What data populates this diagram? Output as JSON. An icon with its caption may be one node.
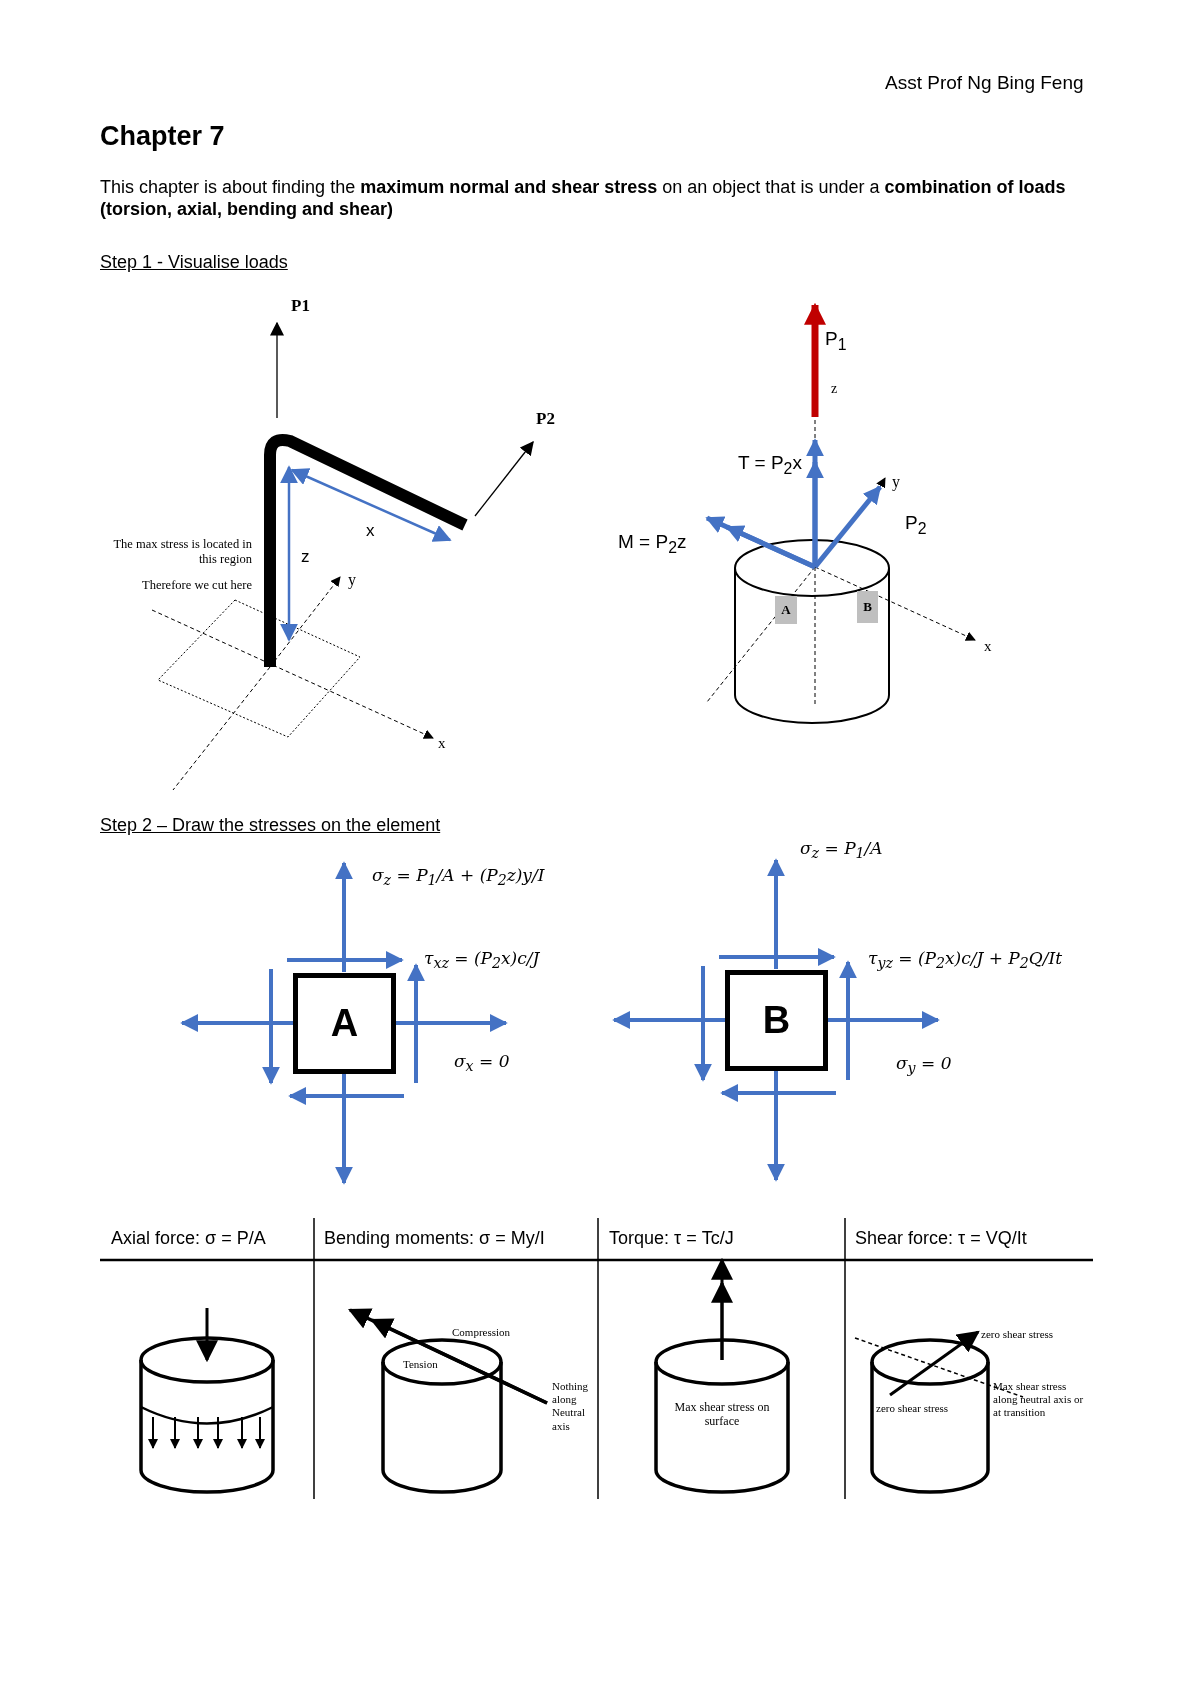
{
  "diagram": {
    "title": "Chapter 7",
    "nodes": [
      {
        "text": [
          "A"
        ]
      },
      {
        "text": [
          "B"
        ]
      },
      {
        "text": [
          "A"
        ]
      },
      {
        "text": [
          "B"
        ]
      }
    ],
    "edges": [],
    "labels": [
      "Asst Prof Ng Bing Feng",
      "This chapter is about finding the **maximum normal and shear stress** on an object that is under a **combination of loads (torsion, axial, bending and shear)**",
      "Step 1 - Visualise loads",
      "P1",
      "P2",
      "x",
      "The max stress is located in this region",
      "Therefore we cut here",
      "z",
      "y",
      "x",
      "P$_{1}$",
      "z",
      "T = P$_{2}$x",
      "y",
      "M = P$_{2}$z",
      "P$_{2}$",
      "x",
      "Step 2 – Draw the stresses on the element",
      "σ$_{z}$ = P$_{1}$/A",
      "σ$_{z}$ = P$_{1}$/A + (P$_{2}$z)y/I",
      "τ$_{xz}$ = (P$_{2}$x)c/J",
      "τ$_{yz}$ = (P$_{2}$x)c/J + P$_{2}$Q/It",
      "σ$_{x}$ = 0",
      "σ$_{y}$ = 0",
      "Axial force: σ = P/A",
      "Bending moments: σ = My/I",
      "Torque: τ = Tc/J",
      "Shear force: τ = VQ/It",
      "Compression",
      "zero shear stress",
      "Tension",
      "Nothing along Neutral axis",
      "Max shear stress along neutral axis or at transition",
      "Max shear stress on surface",
      "zero shear stress"
    ]
  }
}
